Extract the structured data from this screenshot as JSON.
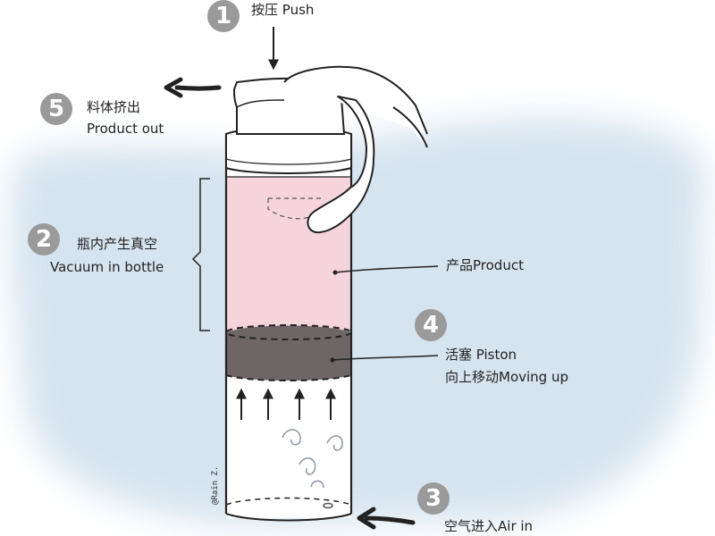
{
  "steps": [
    {
      "number": "1",
      "zh": "按压",
      "en": "Push"
    },
    {
      "number": "2",
      "zh": "瓶内产生真空",
      "en": "Vacuum in bottle"
    },
    {
      "number": "3",
      "zh": "空气进入",
      "en": "Air in"
    },
    {
      "number": "4",
      "zh": "活塞",
      "en": "Piston",
      "zh2": "向上移动",
      "en2": "Moving up"
    },
    {
      "number": "5",
      "zh": "料体挤出",
      "en": "Product out"
    }
  ],
  "product_label": {
    "zh": "产品",
    "en": "Product"
  },
  "signature": "@Rain Z.",
  "colors": {
    "product": "#f6d4dc",
    "piston": "#6e6567",
    "watercolor": "#c9dceb",
    "badge": "#9a9a9a"
  }
}
